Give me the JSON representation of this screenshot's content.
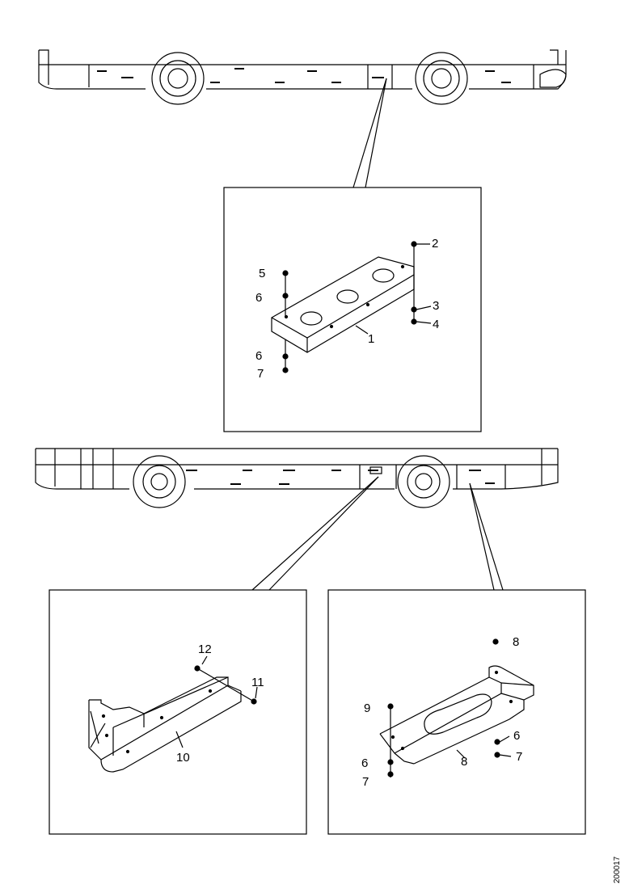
{
  "diagram": {
    "callouts": {
      "c1": "1",
      "c2": "2",
      "c3": "3",
      "c4": "4",
      "c5": "5",
      "c6a": "6",
      "c6b": "6",
      "c7": "7",
      "c12": "12",
      "c11": "11",
      "c10": "10",
      "c8a": "8",
      "c8b": "8",
      "c9": "9",
      "c6c": "6",
      "c7b": "7",
      "c6d": "6",
      "c7c": "7"
    },
    "drawing_code": "200017"
  }
}
